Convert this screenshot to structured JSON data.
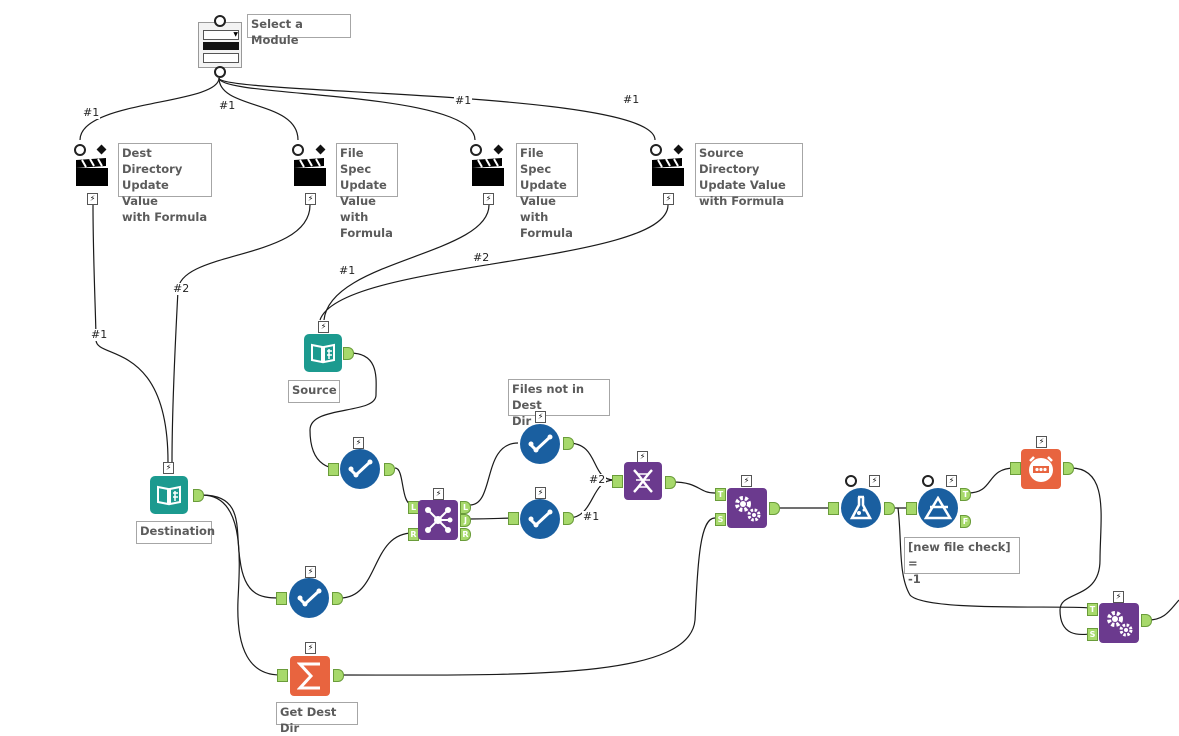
{
  "labels": {
    "select_module": "Select a Module",
    "dest_dir_update": "Dest Directory\nUpdate Value\nwith Formula",
    "file_spec_1": "File Spec\nUpdate Value\nwith Formula",
    "file_spec_2": "File Spec\nUpdate Value\nwith Formula",
    "source_dir_update": "Source Directory\nUpdate Value\nwith Formula",
    "source": "Source",
    "destination": "Destination",
    "files_not_in_dest": "Files not in Dest\nDir",
    "new_file_check": "[new file check] =\n-1",
    "get_dest_dir": "Get Dest Dir"
  },
  "wire_labels": {
    "a": "#1",
    "b": "#1",
    "c": "#1",
    "d": "#1",
    "e": "#2",
    "f": "#2",
    "g": "#1",
    "h": "#1",
    "i": "#2",
    "j": "#1"
  },
  "ports": {
    "L": "L",
    "J": "J",
    "R": "R",
    "T": "T",
    "F": "F",
    "S": "S"
  },
  "icons": {
    "dropdown": "dropdown-interface-icon",
    "action": "clapperboard-action-icon",
    "input": "open-book-input-icon",
    "select": "checkmark-select-icon",
    "join": "join-nodes-icon",
    "dynamic_rename": "dna-dynamic-rename-icon",
    "batch_macro": "gears-macro-icon",
    "test": "flask-test-icon",
    "filter": "triangle-filter-icon",
    "message": "message-icon",
    "summarize": "sigma-summarize-icon"
  },
  "colors": {
    "teal": "#1c9a8f",
    "blue": "#1a5fa0",
    "purple": "#6b3a8e",
    "orange": "#e8643f",
    "port_green": "#a7d96b"
  }
}
